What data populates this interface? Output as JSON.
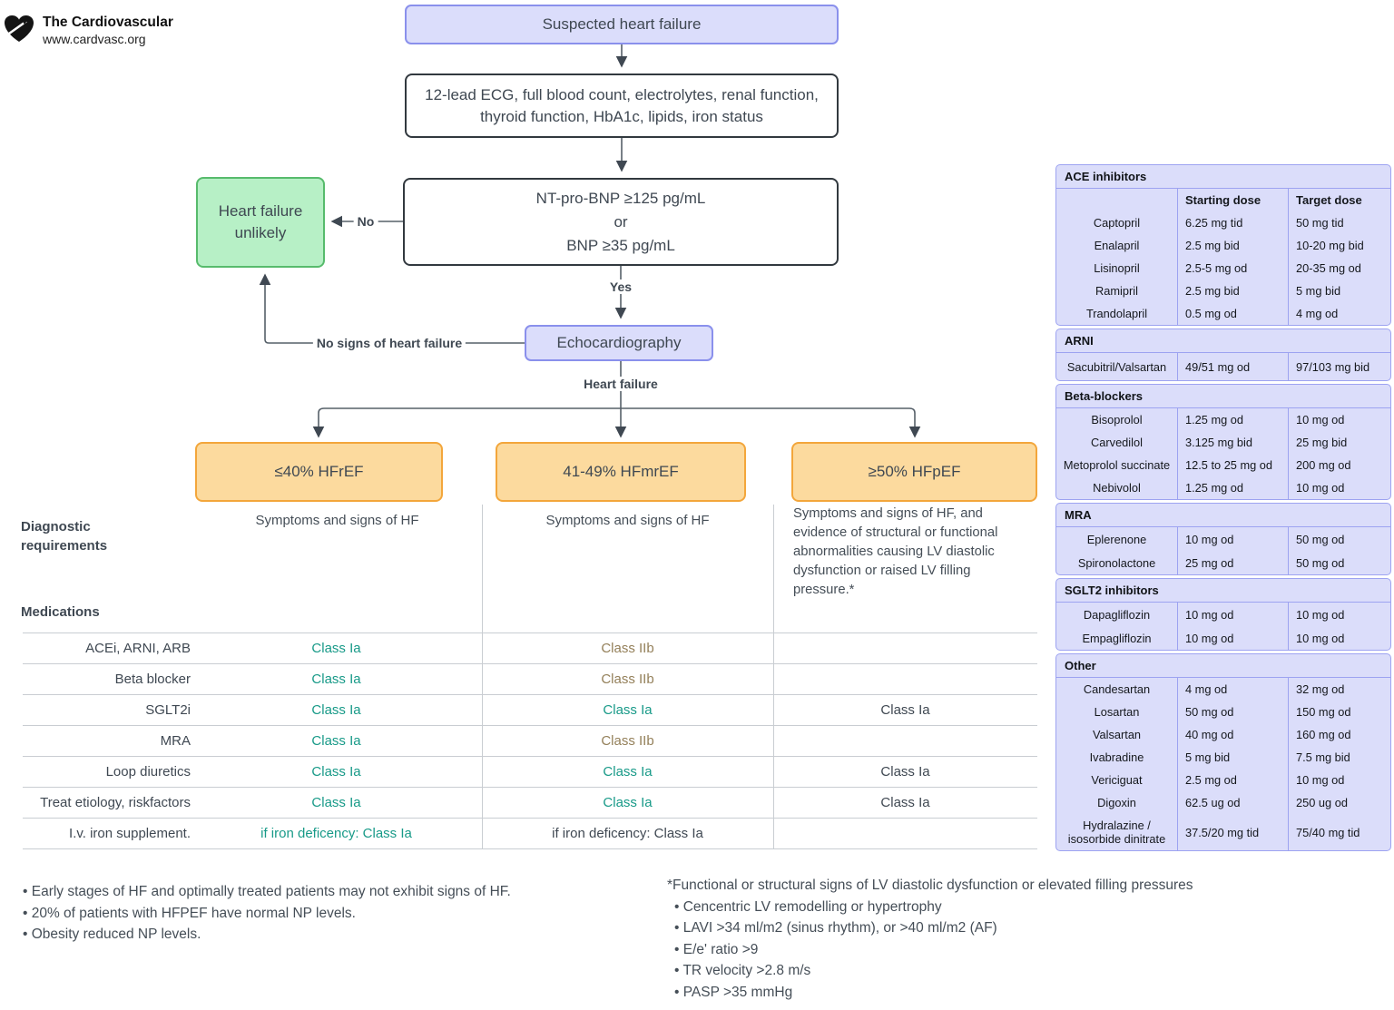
{
  "logo": {
    "title": "The Cardiovascular",
    "url": "www.cardvasc.org"
  },
  "flow": {
    "suspected": "Suspected heart failure",
    "ecg": "12-lead ECG, full blood count, electrolytes, renal function, thyroid function, HbA1c, lipids, iron status",
    "bnp_line1": "NT-pro-BNP ≥125 pg/mL",
    "bnp_line2": "or",
    "bnp_line3": "BNP ≥35 pg/mL",
    "hf_unlikely": "Heart failure unlikely",
    "echo": "Echocardiography",
    "label_no": "No",
    "label_yes": "Yes",
    "label_no_signs": "No signs of heart failure",
    "label_heart_failure": "Heart failure"
  },
  "ef_boxes": {
    "hfref": "≤40% HFrEF",
    "hfmref": "41-49% HFmrEF",
    "hfpef": "≥50% HFpEF"
  },
  "diagnostics": {
    "heading": "Diagnostic requirements",
    "hfref": "Symptoms and signs of HF",
    "hfmref": "Symptoms and signs of HF",
    "hfpef": "Symptoms and signs of HF, and evidence of structural or functional abnormalities causing LV diastolic dysfunction or raised LV filling pressure.*"
  },
  "medications": {
    "heading": "Medications",
    "rows": [
      {
        "label": "ACEi, ARNI, ARB",
        "hfref": "Class Ia",
        "hfmref": "Class IIb",
        "hfpef": ""
      },
      {
        "label": "Beta blocker",
        "hfref": "Class Ia",
        "hfmref": "Class IIb",
        "hfpef": ""
      },
      {
        "label": "SGLT2i",
        "hfref": "Class Ia",
        "hfmref": "Class Ia",
        "hfpef": "Class Ia"
      },
      {
        "label": "MRA",
        "hfref": "Class Ia",
        "hfmref": "Class IIb",
        "hfpef": ""
      },
      {
        "label": "Loop diuretics",
        "hfref": "Class Ia",
        "hfmref": "Class Ia",
        "hfpef": "Class Ia"
      },
      {
        "label": "Treat etiology, riskfactors",
        "hfref": "Class Ia",
        "hfmref": "Class Ia",
        "hfpef": "Class Ia"
      },
      {
        "label": "I.v. iron supplement.",
        "hfref": "if iron deficency: Class Ia",
        "hfmref": "if iron deficency: Class Ia",
        "hfpef": ""
      }
    ]
  },
  "dose_table": {
    "sections": [
      {
        "title": "ACE inhibitors",
        "col_headers": [
          "Starting dose",
          "Target dose"
        ],
        "rows": [
          [
            "Captopril",
            "6.25 mg tid",
            "50 mg tid"
          ],
          [
            "Enalapril",
            "2.5 mg bid",
            "10-20 mg bid"
          ],
          [
            "Lisinopril",
            "2.5-5 mg od",
            "20-35 mg od"
          ],
          [
            "Ramipril",
            "2.5 mg bid",
            "5 mg bid"
          ],
          [
            "Trandolapril",
            "0.5 mg od",
            "4 mg od"
          ]
        ]
      },
      {
        "title": "ARNI",
        "rows": [
          [
            "Sacubitril/Valsartan",
            "49/51 mg od",
            "97/103 mg bid"
          ]
        ]
      },
      {
        "title": "Beta-blockers",
        "rows": [
          [
            "Bisoprolol",
            "1.25 mg od",
            "10 mg od"
          ],
          [
            "Carvedilol",
            "3.125 mg bid",
            "25 mg bid"
          ],
          [
            "Metoprolol succinate",
            "12.5 to 25 mg od",
            "200 mg od"
          ],
          [
            "Nebivolol",
            "1.25 mg od",
            "10 mg od"
          ]
        ]
      },
      {
        "title": "MRA",
        "rows": [
          [
            "Eplerenone",
            "10 mg od",
            "50 mg od"
          ],
          [
            "Spironolactone",
            "25 mg od",
            "50 mg od"
          ]
        ]
      },
      {
        "title": "SGLT2 inhibitors",
        "rows": [
          [
            "Dapagliflozin",
            "10 mg od",
            "10 mg od"
          ],
          [
            "Empagliflozin",
            "10 mg od",
            "10 mg od"
          ]
        ]
      },
      {
        "title": "Other",
        "rows": [
          [
            "Candesartan",
            "4 mg od",
            "32 mg od"
          ],
          [
            "Losartan",
            "50 mg od",
            "150 mg od"
          ],
          [
            "Valsartan",
            "40 mg od",
            "160 mg od"
          ],
          [
            "Ivabradine",
            "5 mg bid",
            "7.5 mg bid"
          ],
          [
            "Vericiguat",
            "2.5 mg od",
            "10 mg od"
          ],
          [
            "Digoxin",
            "62.5 ug od",
            "250 ug od"
          ],
          [
            "Hydralazine / isosorbide dinitrate",
            "37.5/20 mg tid",
            "75/40 mg tid"
          ]
        ]
      }
    ]
  },
  "notes_left": {
    "line1": "• Early stages of HF and optimally treated patients may not exhibit signs of HF.",
    "line2": "• 20% of patients with HFPEF have normal NP levels.",
    "line3": "• Obesity reduced NP levels."
  },
  "notes_right": {
    "title": "*Functional or structural signs of LV diastolic dysfunction or elevated filling pressures",
    "line1": "• Cencentric LV remodelling or hypertrophy",
    "line2": "• LAVI >34 ml/m2 (sinus rhythm), or >40 ml/m2 (AF)",
    "line3": "• E/e' ratio >9",
    "line4": "• TR velocity >2.8 m/s",
    "line5": "• PASP >35 mmHg"
  },
  "colors": {
    "purple_border": "#8A90EC",
    "lavender_fill": "#DBDDFB",
    "green_fill": "#B7F0C6",
    "green_border": "#57BB6C",
    "orange_fill": "#FCDA9E",
    "orange_border": "#F3A63B",
    "class_ia_teal": "#189A88",
    "class_iib_brown": "#94805A",
    "ink": "#3F4852"
  }
}
